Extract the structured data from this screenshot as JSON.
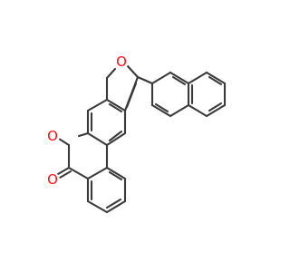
{
  "molecule": {
    "atoms": [
      {
        "id": "O_ring",
        "symbol": "O",
        "color": "#ff0d0d"
      },
      {
        "id": "O_carbonyl",
        "symbol": "O",
        "color": "#ff0d0d"
      },
      {
        "id": "O_furan",
        "symbol": "O",
        "color": "#ff0d0d"
      }
    ],
    "bond_color": "#3a3a3a",
    "background": "#ffffff"
  }
}
